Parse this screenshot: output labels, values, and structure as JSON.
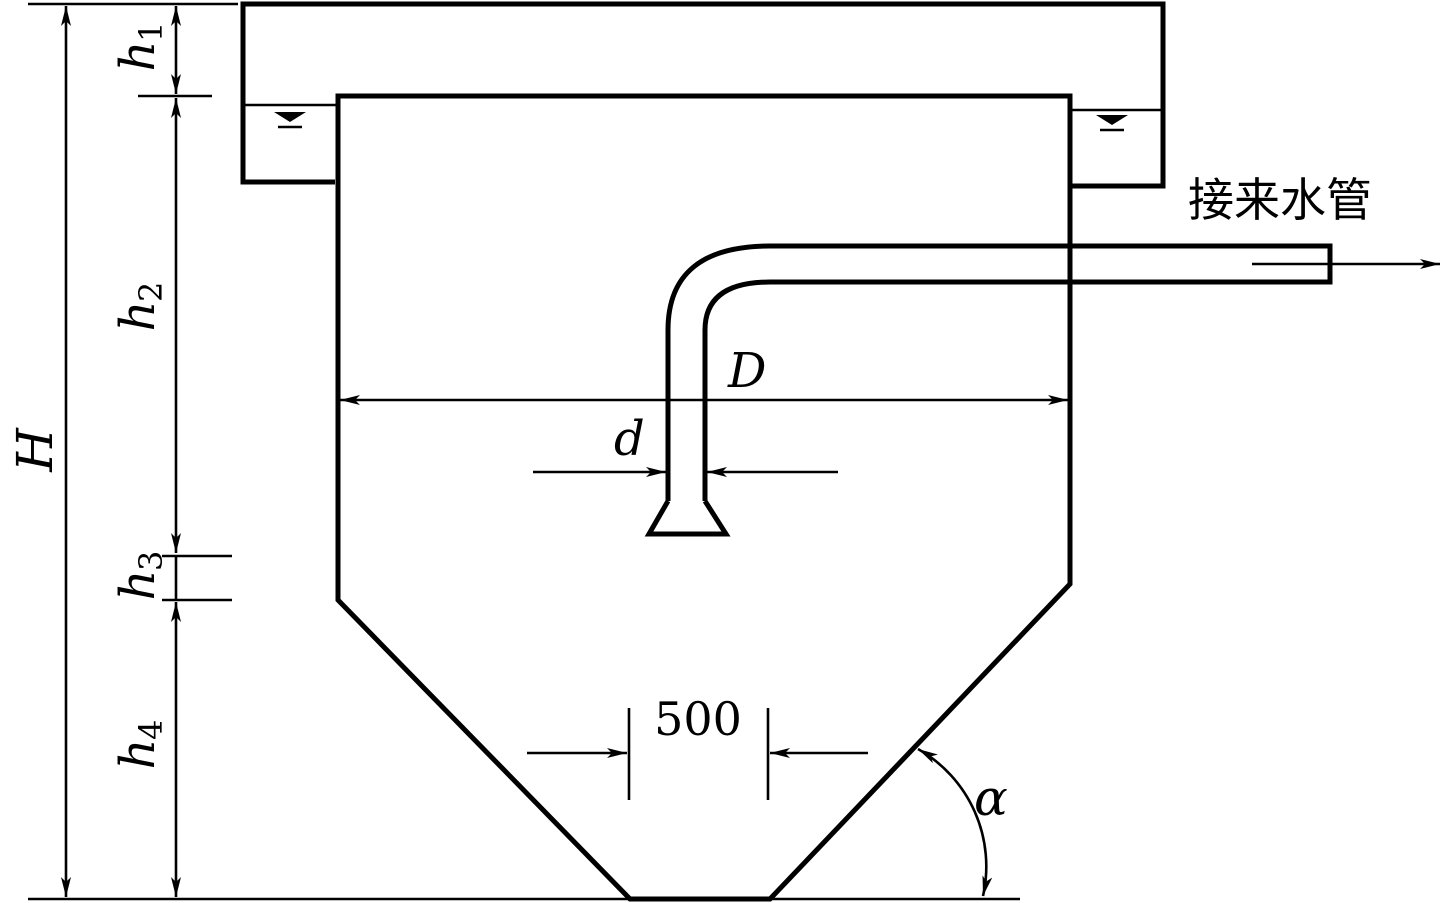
{
  "labels": {
    "H": "H",
    "h1_main": "h",
    "h1_sub": "1",
    "h2_main": "h",
    "h2_sub": "2",
    "h3_main": "h",
    "h3_sub": "3",
    "h4_main": "h",
    "h4_sub": "4",
    "D": "D",
    "d": "d",
    "bottom_width": "500",
    "alpha": "α",
    "outlet_pipe": "接来水管"
  }
}
